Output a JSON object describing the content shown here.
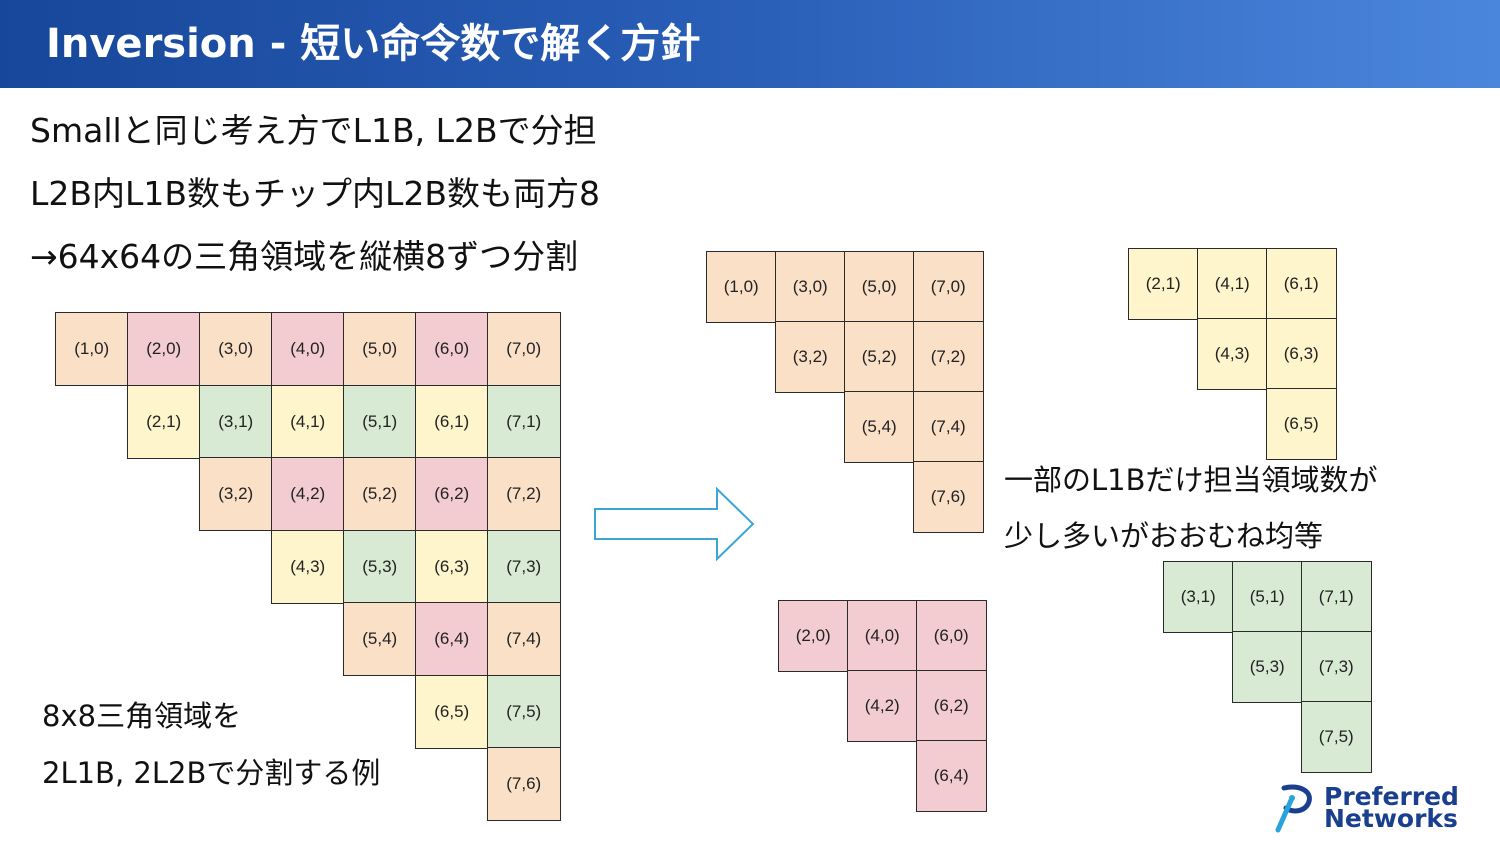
{
  "header": {
    "title": "Inversion - 短い命令数で解く方針"
  },
  "bullets": [
    "Smallと同じ考え方でL1B, L2Bで分担",
    "L2B内L1B数もチップ内L2B数も両方8",
    "→64x64の三角領域を縦横8ずつ分割"
  ],
  "notes": {
    "left_line1": "8x8三角領域を",
    "left_line2": "2L1B, 2L2Bで分割する例",
    "right_line1": "一部のL1Bだけ担当領域数が",
    "right_line2": "少し多いがおおむね均等"
  },
  "colors": {
    "orange": "#fbe0c8",
    "pink": "#f3ccd2",
    "yellow": "#fef5cc",
    "green": "#d8ead3",
    "arrow": "#3aa6d6",
    "logo_blue": "#1a3f8f"
  },
  "logo": {
    "line1": "Preferred",
    "line2": "Networks"
  },
  "main_grid": [
    {
      "label": "(1,0)",
      "color": "orange"
    },
    {
      "label": "(2,0)",
      "color": "pink"
    },
    {
      "label": "(3,0)",
      "color": "orange"
    },
    {
      "label": "(4,0)",
      "color": "pink"
    },
    {
      "label": "(5,0)",
      "color": "orange"
    },
    {
      "label": "(6,0)",
      "color": "pink"
    },
    {
      "label": "(7,0)",
      "color": "orange"
    },
    {
      "label": "(2,1)",
      "color": "yellow"
    },
    {
      "label": "(3,1)",
      "color": "green"
    },
    {
      "label": "(4,1)",
      "color": "yellow"
    },
    {
      "label": "(5,1)",
      "color": "green"
    },
    {
      "label": "(6,1)",
      "color": "yellow"
    },
    {
      "label": "(7,1)",
      "color": "green"
    },
    {
      "label": "(3,2)",
      "color": "orange"
    },
    {
      "label": "(4,2)",
      "color": "pink"
    },
    {
      "label": "(5,2)",
      "color": "orange"
    },
    {
      "label": "(6,2)",
      "color": "pink"
    },
    {
      "label": "(7,2)",
      "color": "orange"
    },
    {
      "label": "(4,3)",
      "color": "yellow"
    },
    {
      "label": "(5,3)",
      "color": "green"
    },
    {
      "label": "(6,3)",
      "color": "yellow"
    },
    {
      "label": "(7,3)",
      "color": "green"
    },
    {
      "label": "(5,4)",
      "color": "orange"
    },
    {
      "label": "(6,4)",
      "color": "pink"
    },
    {
      "label": "(7,4)",
      "color": "orange"
    },
    {
      "label": "(6,5)",
      "color": "yellow"
    },
    {
      "label": "(7,5)",
      "color": "green"
    },
    {
      "label": "(7,6)",
      "color": "orange"
    }
  ],
  "groups": [
    {
      "color": "orange",
      "cells": [
        "(1,0)",
        "(3,0)",
        "(5,0)",
        "(7,0)",
        "(3,2)",
        "(5,2)",
        "(7,2)",
        "(5,4)",
        "(7,4)",
        "(7,6)"
      ]
    },
    {
      "color": "yellow",
      "cells": [
        "(2,1)",
        "(4,1)",
        "(6,1)",
        "(4,3)",
        "(6,3)",
        "(6,5)"
      ]
    },
    {
      "color": "pink",
      "cells": [
        "(2,0)",
        "(4,0)",
        "(6,0)",
        "(4,2)",
        "(6,2)",
        "(6,4)"
      ]
    },
    {
      "color": "green",
      "cells": [
        "(3,1)",
        "(5,1)",
        "(7,1)",
        "(5,3)",
        "(7,3)",
        "(7,5)"
      ]
    }
  ]
}
